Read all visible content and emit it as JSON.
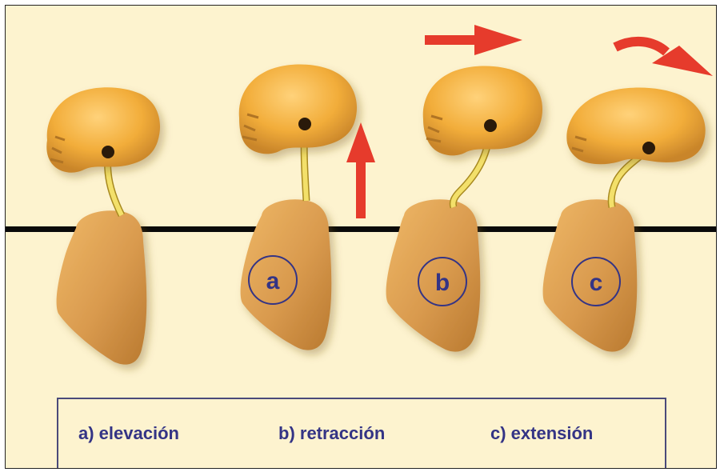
{
  "panels": [
    {
      "id": "elevation-reference",
      "marker": ""
    },
    {
      "id": "a",
      "marker": "a"
    },
    {
      "id": "b",
      "marker": "b"
    },
    {
      "id": "c",
      "marker": "c"
    }
  ],
  "legend": {
    "a": "a) elevación",
    "b": "b) retracción",
    "c": "c) extensión"
  },
  "colors": {
    "background": "#fdf3cf",
    "skull": "#f2ad3a",
    "skull_shade": "#c9852a",
    "body": "#d99a4e",
    "body_shade": "#b9792f",
    "cord": "#f3e06a",
    "arrow": "#e63b2c",
    "marker": "#343485",
    "line": "#0a0a0a"
  },
  "arrows": [
    {
      "name": "elevation-arrow-up",
      "direction": "up"
    },
    {
      "name": "retraction-arrow-right",
      "direction": "right"
    },
    {
      "name": "extension-arrow-curved",
      "direction": "curved-right-down"
    }
  ]
}
